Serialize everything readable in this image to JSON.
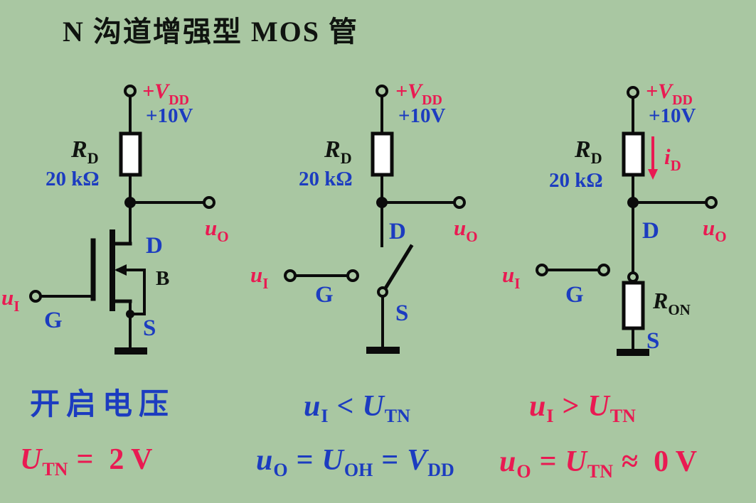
{
  "title": "N 沟道增强型 MOS 管",
  "colors": {
    "background": "#a9c7a2",
    "red": "#e91a52",
    "blue": "#1c3cc0",
    "dark": "#101410"
  },
  "labels": {
    "vdd_base": "+V",
    "vdd_sub": "DD",
    "supply_value": "+10V",
    "rd_base": "R",
    "rd_sub": "D",
    "rd_value": "20 kΩ",
    "uo_base": "u",
    "uo_sub": "O",
    "ui_base": "u",
    "ui_sub": "I",
    "gate": "G",
    "drain": "D",
    "source": "S",
    "body": "B",
    "id_base": "i",
    "id_sub": "D",
    "ron_base": "R",
    "ron_sub": "ON"
  },
  "formulas": {
    "left_heading": "开启电压",
    "left_eq": {
      "u": "U",
      "u_sub": "TN",
      "eq": "=",
      "value": "2 V"
    },
    "mid_cond": {
      "a": "u",
      "a_sub": "I",
      "op": "<",
      "b": "U",
      "b_sub": "TN"
    },
    "mid_result": {
      "a": "u",
      "a_sub": "O",
      "eq1": "=",
      "b": "U",
      "b_sub": "OH",
      "eq2": "=",
      "c": "V",
      "c_sub": "DD"
    },
    "right_cond": {
      "a": "u",
      "a_sub": "I",
      "op": ">",
      "b": "U",
      "b_sub": "TN"
    },
    "right_result": {
      "a": "u",
      "a_sub": "O",
      "eq1": "=",
      "b": "U",
      "b_sub": "TN",
      "op2": "≈",
      "value": "0 V"
    }
  }
}
